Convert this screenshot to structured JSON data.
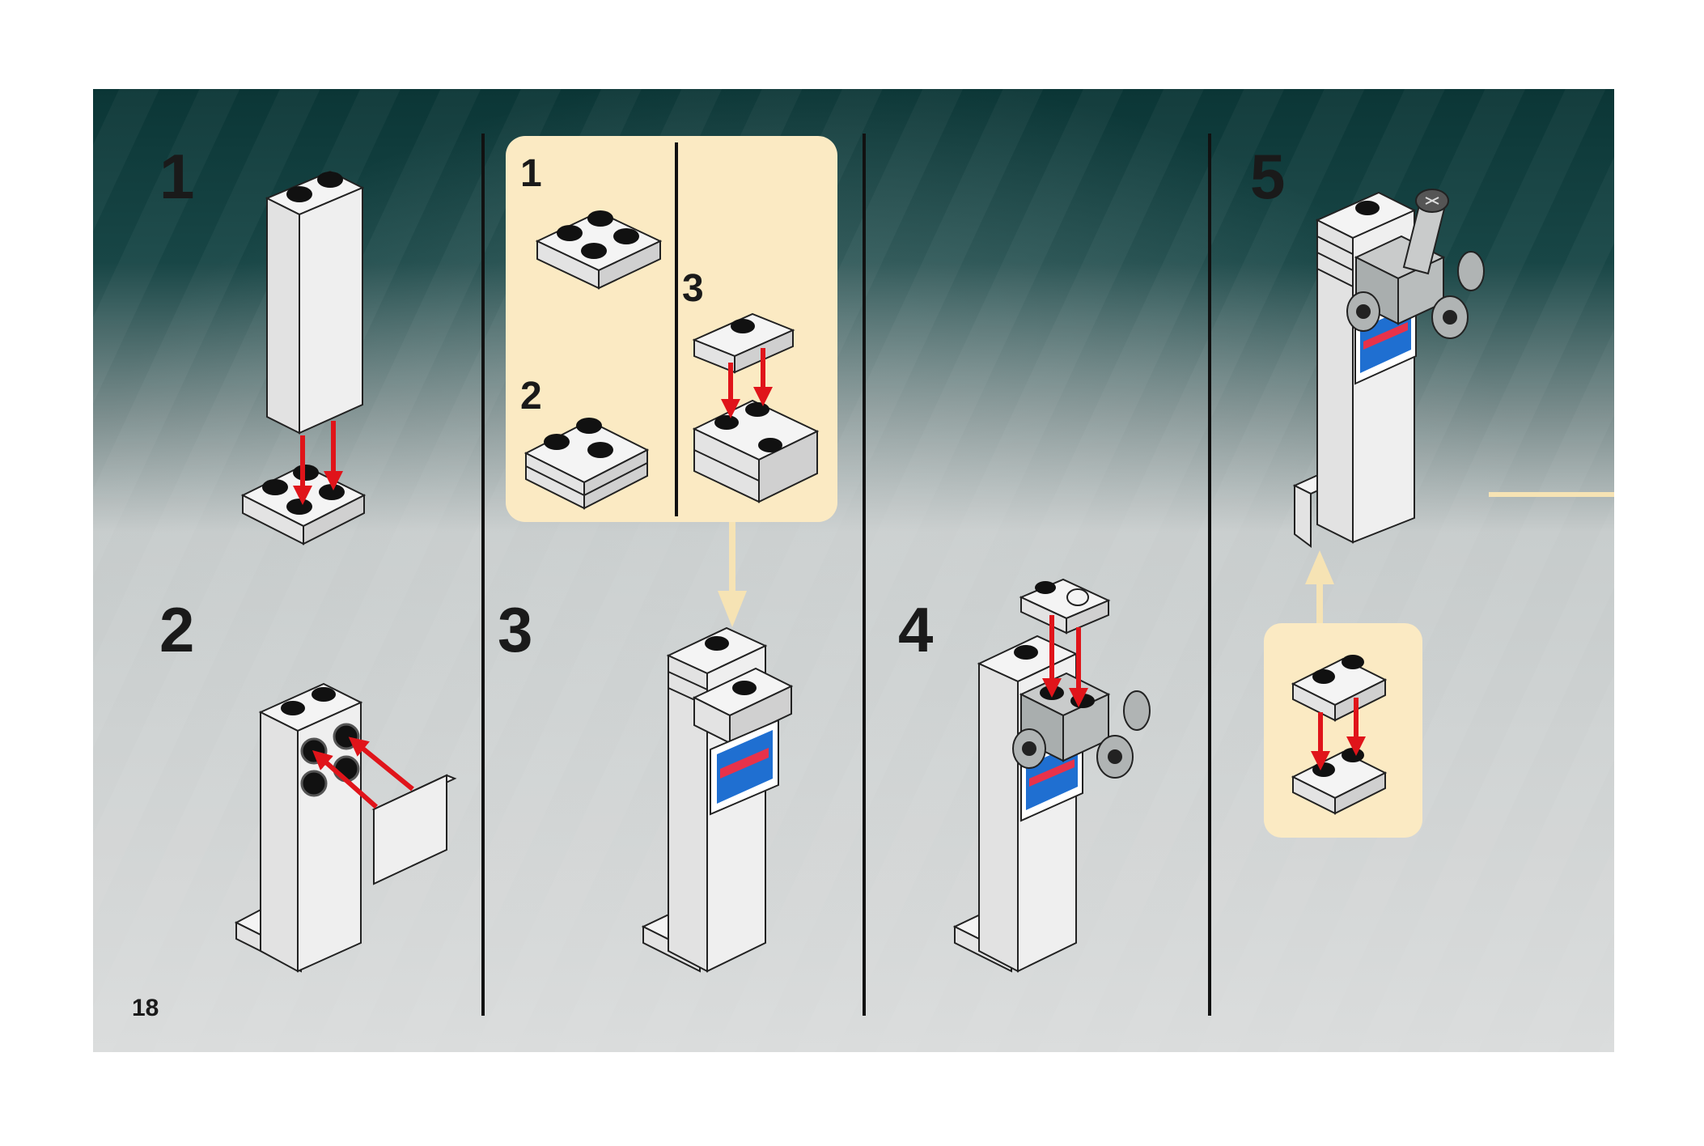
{
  "page_number": "18",
  "colors": {
    "background_dark": "#0e3b3b",
    "background_light": "#d9dbdb",
    "callout": "#fbeac3",
    "callout_arrow": "#f6e3b4",
    "arrow_red": "#e0141a",
    "divider": "#111111",
    "tile_blue": "#1f6fd1"
  },
  "steps": [
    {
      "number": "1",
      "action": "place 1x2x5 white brick on 2x2 white plate"
    },
    {
      "number": "2",
      "action": "attach white 2x2 tile to side studs"
    },
    {
      "number": "3",
      "action": "add sub-assembly from callout"
    },
    {
      "number": "4",
      "action": "attach gray hub assembly"
    },
    {
      "number": "5",
      "action": "add plate sub-assembly"
    }
  ],
  "callout_substeps": [
    {
      "number": "1"
    },
    {
      "number": "2"
    },
    {
      "number": "3"
    }
  ],
  "icons": [
    "red-down-arrow",
    "red-diagonal-arrow",
    "callout-pointer-arrow"
  ]
}
